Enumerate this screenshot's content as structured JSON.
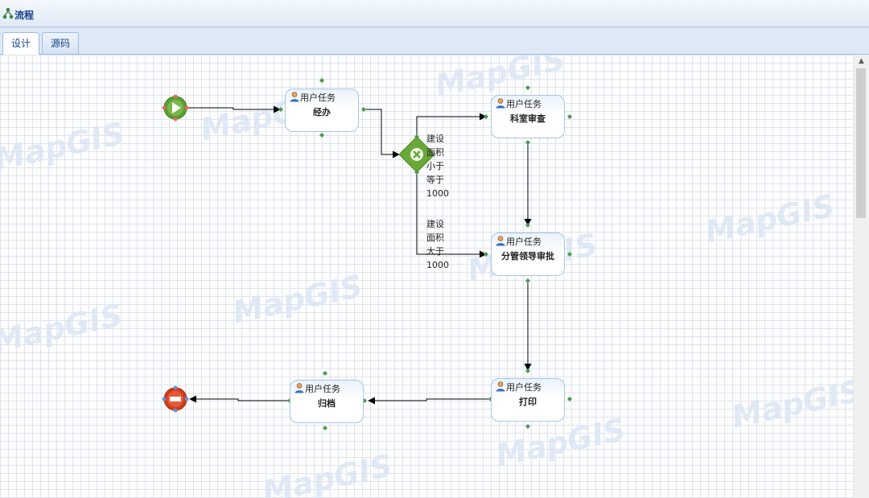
{
  "window": {
    "title": "流程"
  },
  "tabs": [
    {
      "label": "设计",
      "active": true
    },
    {
      "label": "源码",
      "active": false
    }
  ],
  "watermark": {
    "text": "MapGIS"
  },
  "flow": {
    "task_type_label": "用户任务",
    "tasks": [
      {
        "id": "jingban",
        "name": "经办"
      },
      {
        "id": "keshi",
        "name": "科室审查"
      },
      {
        "id": "fenguan",
        "name": "分管领导审批"
      },
      {
        "id": "dayin",
        "name": "打印"
      },
      {
        "id": "guidang",
        "name": "归档"
      }
    ],
    "conditions": [
      {
        "lines": [
          "建设",
          "面积",
          "小于",
          "等于",
          "1000"
        ]
      },
      {
        "lines": [
          "建设",
          "面积",
          "大于",
          "1000"
        ]
      }
    ]
  },
  "colors": {
    "start": "#5a9e2f",
    "gateway": "#6aa838",
    "end": "#d13c1a",
    "connector_port": "#4a9a4a",
    "tab_text": "#15428b",
    "task_border": "#a8c6e4"
  }
}
